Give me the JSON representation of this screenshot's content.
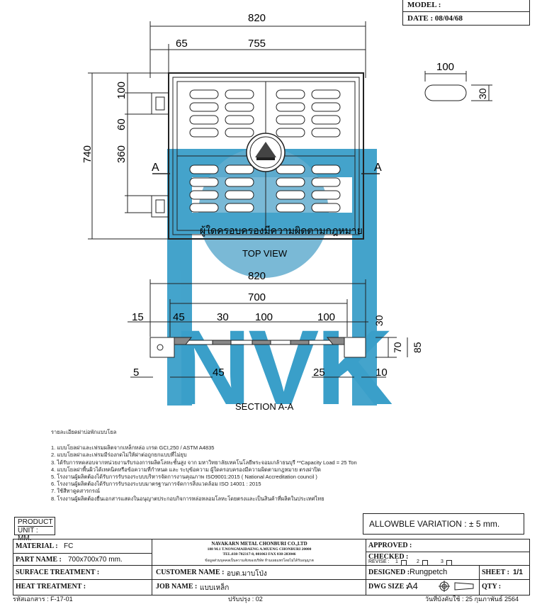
{
  "header": {
    "model_label": "MODEL :",
    "date_label": "DATE : 08/04/68"
  },
  "top_view": {
    "title": "TOP VIEW",
    "dim_820": "820",
    "dim_65": "65",
    "dim_755": "755",
    "dim_740": "740",
    "dim_100": "100",
    "dim_60": "60",
    "dim_360": "360",
    "section_mark": "A",
    "plate_text": "ผู้ใดครอบครองมีความผิดตามกฎหมาย"
  },
  "slot_detail": {
    "width": "100",
    "height": "30"
  },
  "section_view": {
    "title": "SECTION A-A",
    "dim_820": "820",
    "dim_700": "700",
    "dim_15": "15",
    "dim_45_top": "45",
    "dim_30_top": "30",
    "dim_100_a": "100",
    "dim_100_b": "100",
    "dim_30_side": "30",
    "dim_70": "70",
    "dim_85": "85",
    "dim_5": "5",
    "dim_45_bottom": "45",
    "dim_25": "25",
    "dim_10": "10"
  },
  "watermark": {
    "text": "NVK",
    "color": "#3a9fc9"
  },
  "notes": {
    "heading": "รายละเอียดฝาบ่อพักแบบโยล",
    "items": [
      "1.  แบบโยลฝาและเฟรมผลิตจากเหล็กหล่อ เกรด GCI,250 / ASTM A4835",
      "2.  แบบโยลฝาและเฟรมมีร่องกดไม่ให้ฝาต่อถูกยกแบบที่ไม่ยุบ",
      "3.  ได้รับการทดสอบจากหน่วยงานรับรองการผลิตโลหะชั้นสูง จาก มหาวิทยาลัยเทคโนโลยีพระจอมเกล้าธนบุรี **Capacity Load = 25 Ton",
      "4.  แบบโยลฝาพื้นผิวได้เทคนิคหรือข้อความที่กำหนด และ ระบุข้อความ ผู้ใดครอบครองมีความผิดตามกฎหมาย ตรงฝาปิด",
      "5.  โรงงานผู้ผลิตต้องได้รับการรับรองระบบบริหารจัดการงานคุณภาพ ISO9001:2015 ( National Accreditation council )",
      "6.  โรงงานผู้ผลิตต้องได้รับการรับรองระบบมาตรฐานการจัดการสิ่งแวดล้อม ISO 14001 : 2015",
      "7.  ใช้สีทาดูดสารกรณ์",
      "8.  โรงงานผู้ผลิตต้องยื่นเอกสารแสดงในอนุญาตประกอบกิจการหล่อหลอมโลหะโดยตรงและเป็นสินค้าที่ผลิตในประเทศไทย"
    ]
  },
  "product_box": {
    "product": "PRODUCT",
    "unit": "UNIT : MM."
  },
  "variation": "ALLOWBLE VARIATION : ± 5  mm.",
  "title_block": {
    "material_label": "MATERIAL :",
    "material_value": "FC",
    "part_name_label": "PART NAME :",
    "part_name_value": "700x700x70 mm.",
    "surface_label": "SURFACE TREATMENT :",
    "heat_label": "HEAT TREATMENT :",
    "company_name": "NAVAKARN METAL CHONBURI CO.,LTD",
    "company_address": "188 M.1 T.NONGMAIDAENG A.MUENG CHONBURI 20000",
    "company_tel": "TEL.038-702317-8, 081063 FAX 038-283046",
    "company_note": "ข้อมูลส่วนบุคคลเป็นความลับของบริษัท ห้ามเผยแพร่โดยไม่ได้รับอนุญาต",
    "customer_label": "CUSTOMER NAME :",
    "customer_value": "อบต.มาบโป่ง",
    "job_label": "JOB NAME :",
    "job_value": "แบบเหล็ก",
    "approved_label": "APPROVED :",
    "checked_label": "CHECKED :",
    "revise_label": "REVISE :",
    "revise_opts": [
      "1",
      "2",
      "3"
    ],
    "designed_label": "DESIGNED :",
    "designed_value": "Rungpetch",
    "sheet_label": "SHEET :",
    "sheet_value": "1/1",
    "dwg_label": "DWG SIZE :",
    "dwg_value": "A4",
    "qty_label": "QTY :"
  },
  "footer": {
    "doc_code": "รหัสเอกสาร : F-17-01",
    "revision": "ปรับปรุง : 02",
    "effective_date": "วันที่บังคับใช้ : 25 กุมภาพันธ์ 2564"
  }
}
